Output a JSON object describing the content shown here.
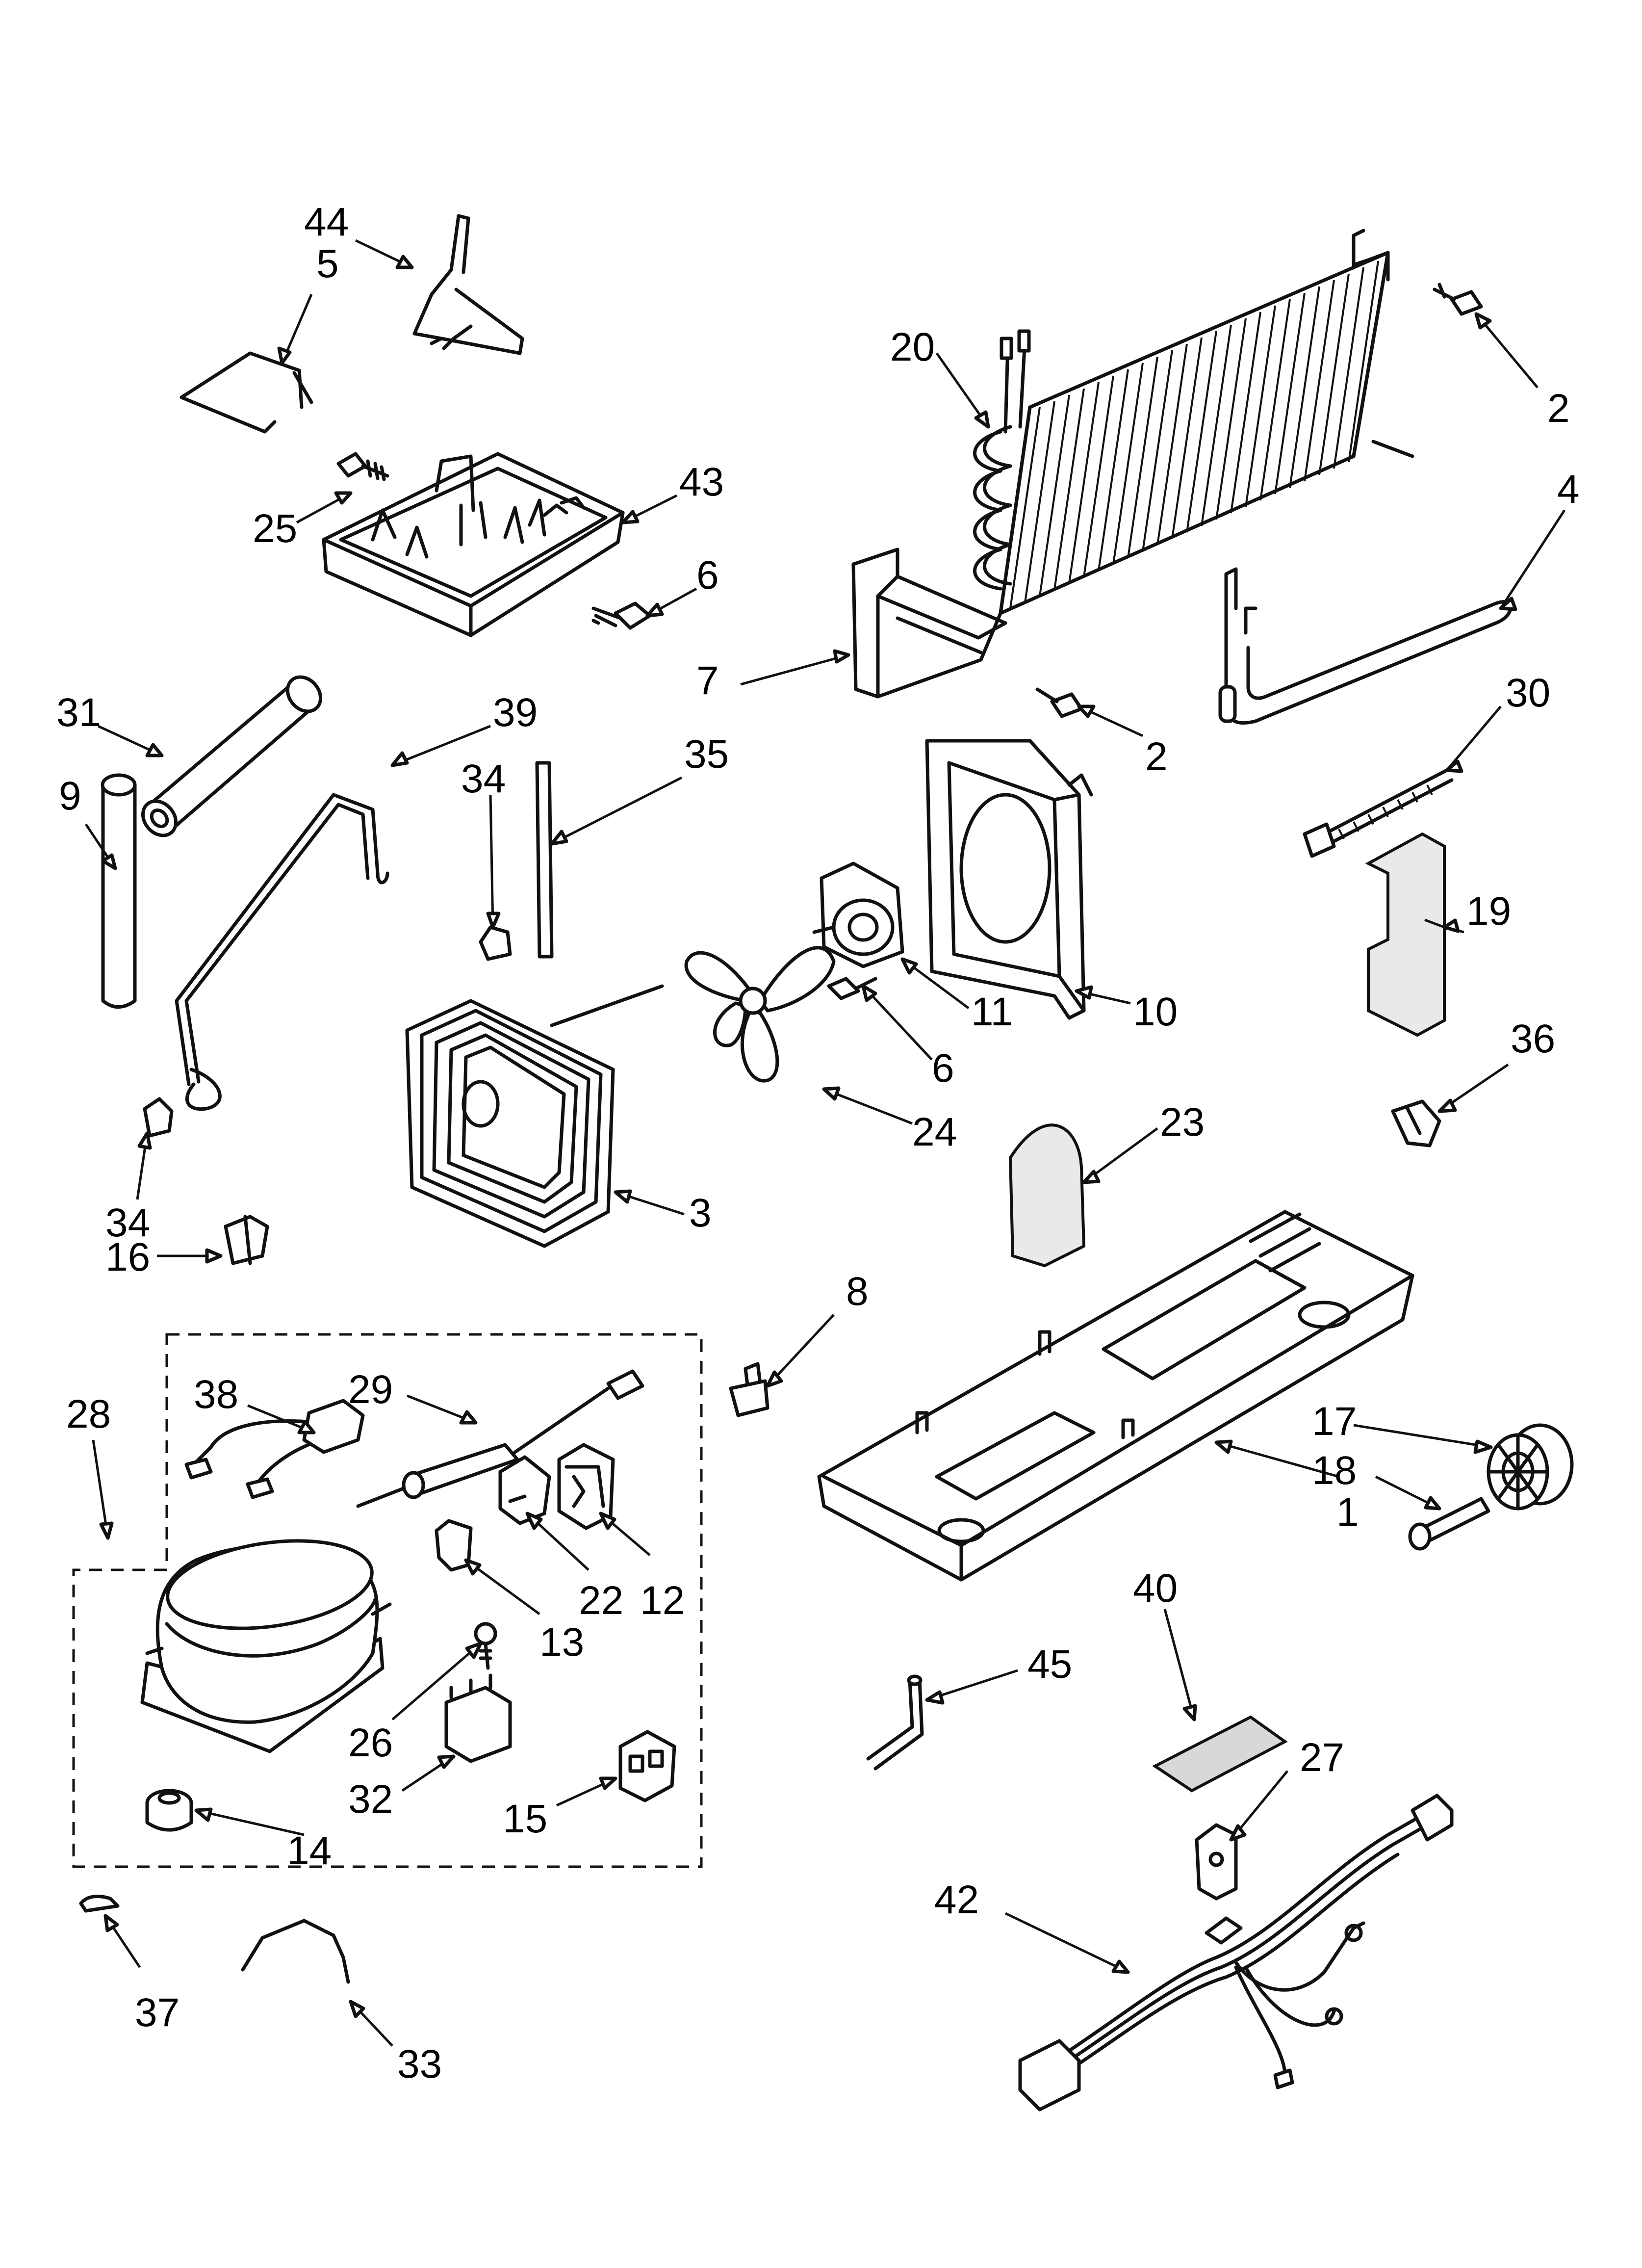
{
  "callouts": [
    {
      "id": "44",
      "label": "44"
    },
    {
      "id": "5",
      "label": "5"
    },
    {
      "id": "20",
      "label": "20"
    },
    {
      "id": "2a",
      "label": "2"
    },
    {
      "id": "43",
      "label": "43"
    },
    {
      "id": "25",
      "label": "25"
    },
    {
      "id": "4",
      "label": "4"
    },
    {
      "id": "6a",
      "label": "6"
    },
    {
      "id": "7",
      "label": "7"
    },
    {
      "id": "31",
      "label": "31"
    },
    {
      "id": "39",
      "label": "39"
    },
    {
      "id": "2b",
      "label": "2"
    },
    {
      "id": "30",
      "label": "30"
    },
    {
      "id": "35",
      "label": "35"
    },
    {
      "id": "34a",
      "label": "34"
    },
    {
      "id": "9",
      "label": "9"
    },
    {
      "id": "19",
      "label": "19"
    },
    {
      "id": "11",
      "label": "11"
    },
    {
      "id": "10",
      "label": "10"
    },
    {
      "id": "6b",
      "label": "6"
    },
    {
      "id": "36",
      "label": "36"
    },
    {
      "id": "24",
      "label": "24"
    },
    {
      "id": "23",
      "label": "23"
    },
    {
      "id": "34b",
      "label": "34"
    },
    {
      "id": "3",
      "label": "3"
    },
    {
      "id": "16",
      "label": "16"
    },
    {
      "id": "8",
      "label": "8"
    },
    {
      "id": "28",
      "label": "28"
    },
    {
      "id": "38",
      "label": "38"
    },
    {
      "id": "29",
      "label": "29"
    },
    {
      "id": "17",
      "label": "17"
    },
    {
      "id": "18",
      "label": "18"
    },
    {
      "id": "1",
      "label": "1"
    },
    {
      "id": "22",
      "label": "22"
    },
    {
      "id": "12",
      "label": "12"
    },
    {
      "id": "13",
      "label": "13"
    },
    {
      "id": "40",
      "label": "40"
    },
    {
      "id": "45",
      "label": "45"
    },
    {
      "id": "26",
      "label": "26"
    },
    {
      "id": "27",
      "label": "27"
    },
    {
      "id": "32",
      "label": "32"
    },
    {
      "id": "15",
      "label": "15"
    },
    {
      "id": "14",
      "label": "14"
    },
    {
      "id": "42",
      "label": "42"
    },
    {
      "id": "37",
      "label": "37"
    },
    {
      "id": "33",
      "label": "33"
    }
  ]
}
